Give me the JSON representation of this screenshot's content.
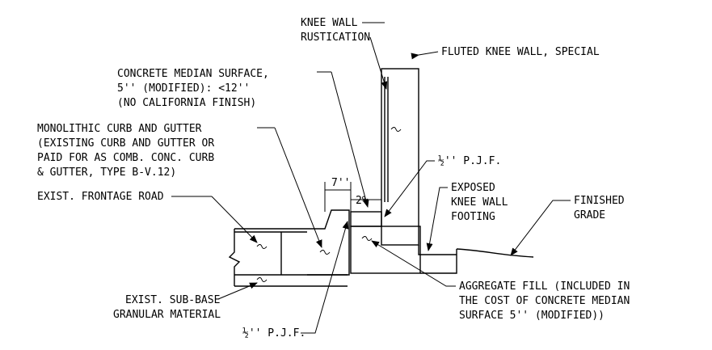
{
  "labels": {
    "knee_wall_rustication_1": "KNEE WALL",
    "knee_wall_rustication_2": "RUSTICATION",
    "fluted_knee_wall": "FLUTED KNEE WALL, SPECIAL",
    "concrete_median_1": "CONCRETE MEDIAN SURFACE,",
    "concrete_median_2": "5'' (MODIFIED): <12''",
    "concrete_median_3": "(NO CALIFORNIA FINISH)",
    "monolithic_1": "MONOLITHIC CURB AND GUTTER",
    "monolithic_2": "(EXISTING CURB AND GUTTER OR",
    "monolithic_3": "PAID FOR AS COMB. CONC. CURB",
    "monolithic_4": "& GUTTER, TYPE B-V.12)",
    "pjf_top": "½'' P.J.F.",
    "exist_frontage_road": "EXIST. FRONTAGE ROAD",
    "exposed_footing_1": "EXPOSED",
    "exposed_footing_2": "KNEE WALL",
    "exposed_footing_3": "FOOTING",
    "finished_grade_1": "FINISHED",
    "finished_grade_2": "GRADE",
    "sub_base_1": "EXIST. SUB-BASE",
    "sub_base_2": "GRANULAR MATERIAL",
    "aggregate_1": "AGGREGATE FILL (INCLUDED IN",
    "aggregate_2": "THE COST OF CONCRETE MEDIAN",
    "aggregate_3": "SURFACE 5'' (MODIFIED))",
    "pjf_bottom": "½'' P.J.F."
  },
  "dimensions": {
    "width_7": "7''",
    "slope_2pct": "2%"
  }
}
